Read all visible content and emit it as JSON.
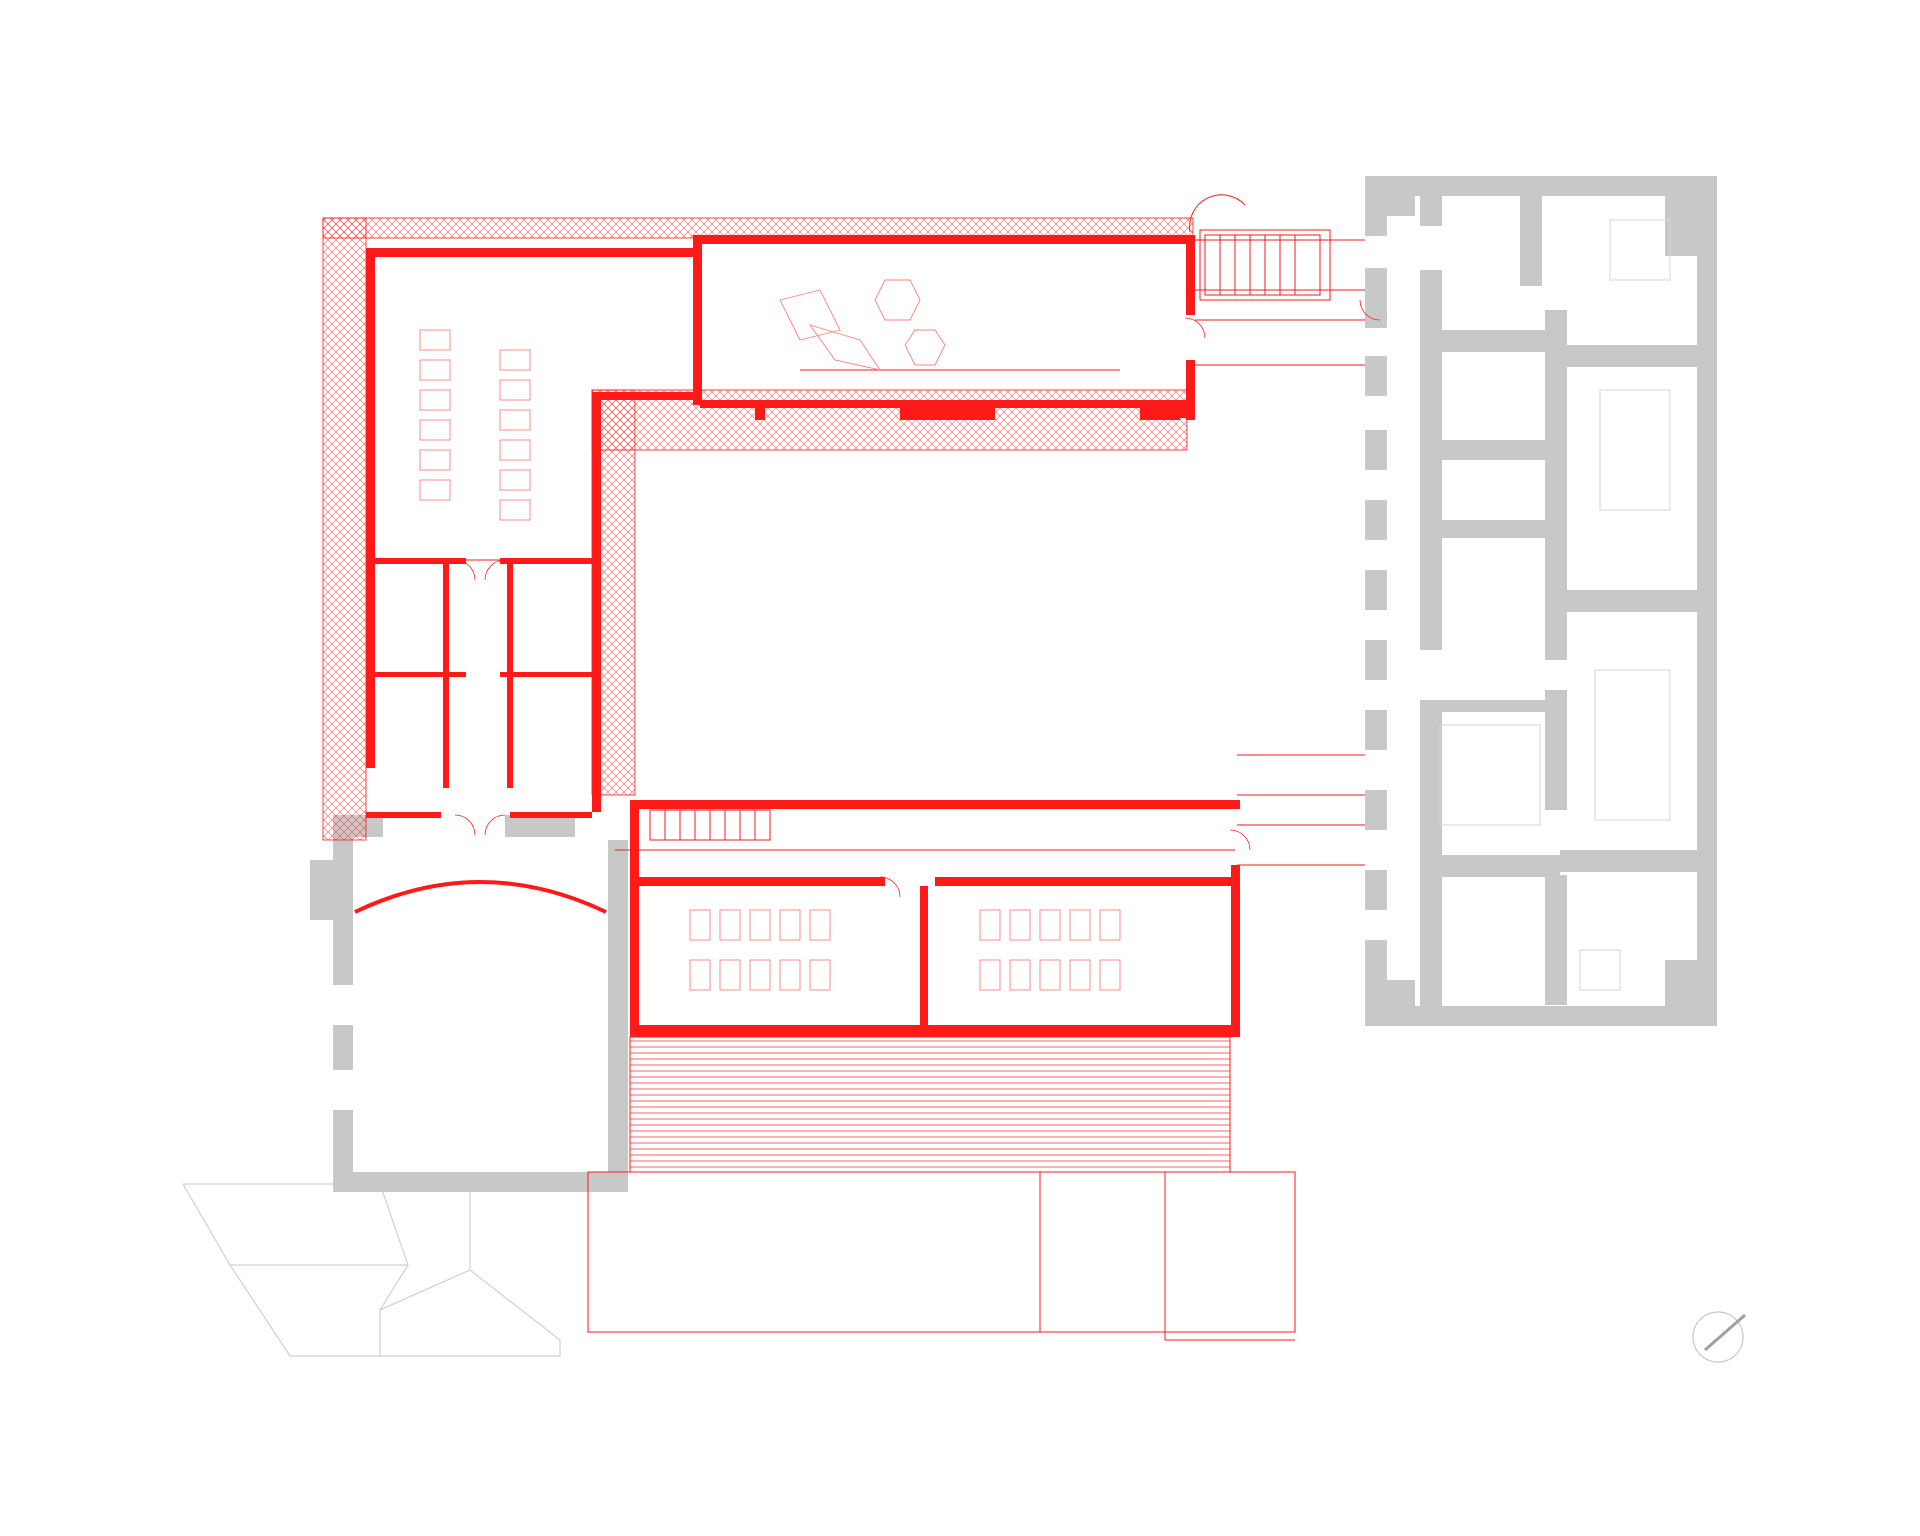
{
  "colors": {
    "new_construction": "#ff1a1a",
    "new_construction_light": "#ff8080",
    "existing_building": "#c8c8c8",
    "existing_furniture": "#d6d6d6",
    "context_lines": "#d0d0d0",
    "background": "#ffffff"
  },
  "layers": [
    "new-construction",
    "existing-building",
    "context",
    "north-arrow"
  ],
  "icons": {
    "north_arrow": "north-arrow-icon"
  }
}
